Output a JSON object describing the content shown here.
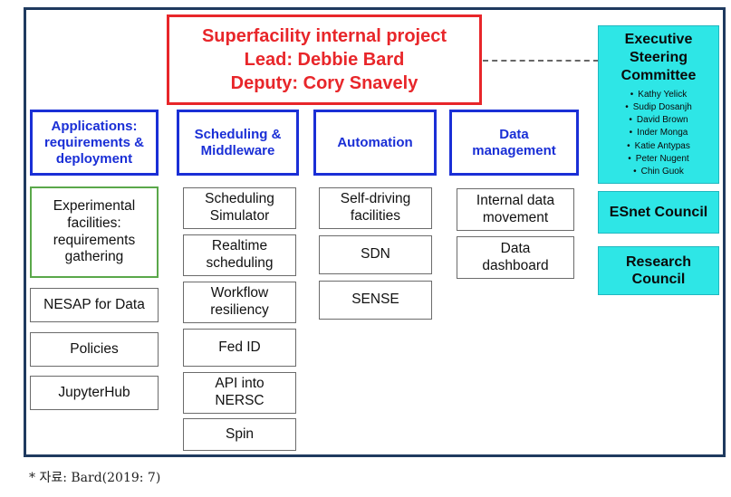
{
  "project": {
    "line1": "Superfacility internal project",
    "line2": "Lead: Debbie Bard",
    "line3": "Deputy: Cory Snavely"
  },
  "committee": {
    "title_lines": [
      "Executive",
      "Steering",
      "Committee"
    ],
    "members": [
      "Kathy Yelick",
      "Sudip Dosanjh",
      "David Brown",
      "Inder Monga",
      "Katie Antypas",
      "Peter Nugent",
      "Chin Guok"
    ]
  },
  "councils": {
    "esnet": "ESnet Council",
    "research_lines": [
      "Research",
      "Council"
    ]
  },
  "columns": [
    {
      "heading_lines": [
        "Applications:",
        "requirements &",
        "deployment"
      ],
      "items": [
        {
          "lines": [
            "Experimental",
            "facilities:",
            "requirements",
            "gathering"
          ]
        },
        {
          "lines": [
            "NESAP for Data"
          ]
        },
        {
          "lines": [
            "Policies"
          ]
        },
        {
          "lines": [
            "JupyterHub"
          ]
        }
      ]
    },
    {
      "heading_lines": [
        "Scheduling &",
        "Middleware"
      ],
      "items": [
        {
          "lines": [
            "Scheduling",
            "Simulator"
          ]
        },
        {
          "lines": [
            "Realtime",
            "scheduling"
          ]
        },
        {
          "lines": [
            "Workflow",
            "resiliency"
          ]
        },
        {
          "lines": [
            "Fed ID"
          ]
        },
        {
          "lines": [
            "API into",
            "NERSC"
          ]
        },
        {
          "lines": [
            "Spin"
          ]
        }
      ]
    },
    {
      "heading_lines": [
        "Automation"
      ],
      "items": [
        {
          "lines": [
            "Self-driving",
            "facilities"
          ]
        },
        {
          "lines": [
            "SDN"
          ]
        },
        {
          "lines": [
            "SENSE"
          ]
        }
      ]
    },
    {
      "heading_lines": [
        "Data",
        "management"
      ],
      "items": [
        {
          "lines": [
            "Internal data",
            "movement"
          ]
        },
        {
          "lines": [
            "Data",
            "dashboard"
          ]
        }
      ]
    }
  ],
  "caption": "* 자료: Bard(2019: 7)",
  "colors": {
    "frame": "#1f3a5f",
    "title_red": "#e8262a",
    "heading_blue": "#1a2fd6",
    "highlight_green": "#5aa84a",
    "council_cyan": "#2ee6e6"
  }
}
